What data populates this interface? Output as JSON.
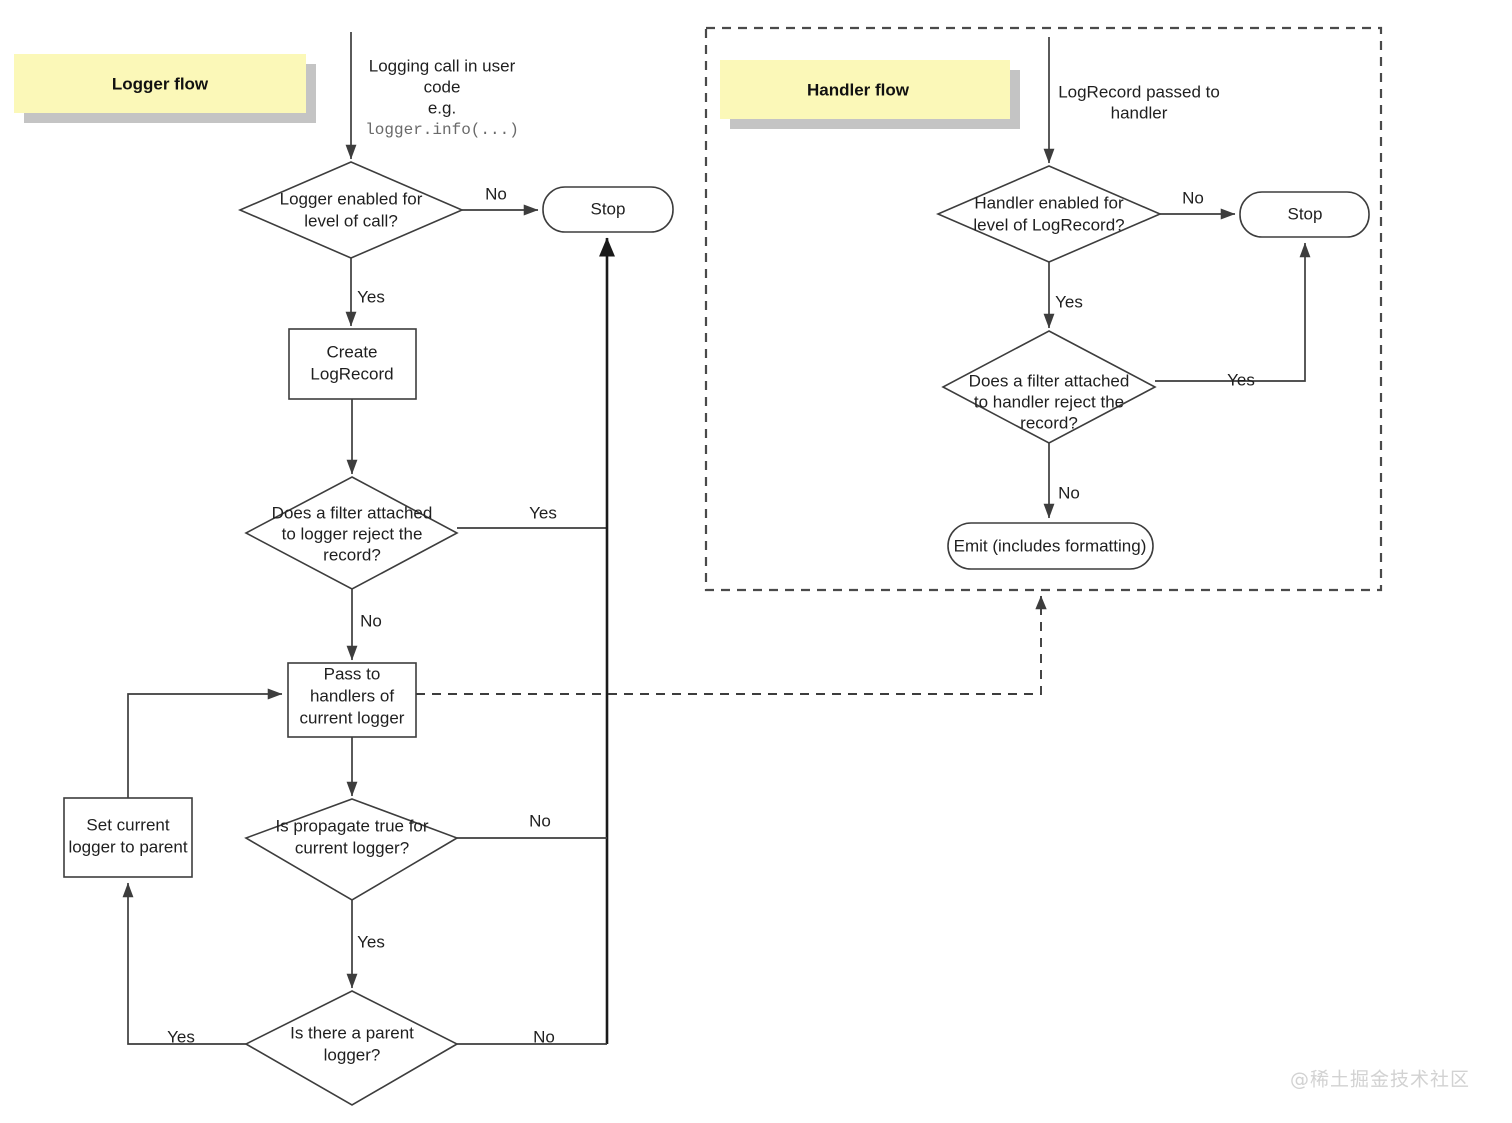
{
  "diagram": {
    "title": "Python logging flow",
    "watermark": "@稀土掘金技术社区",
    "colors": {
      "banner_fill": "#fbf8b8",
      "banner_shadow": "#c4c4c4",
      "shape_stroke": "#3d3d3d",
      "shape_fill": "#ffffff",
      "text": "#1f1f1f",
      "watermark": "#d2d2d2",
      "region_border": "#4a4a4a"
    }
  },
  "logger_flow": {
    "banner_label": "Logger flow",
    "entry_note": {
      "line1": "Logging call in user",
      "line2": "code",
      "line3": "e.g.",
      "line4": "logger.info(...)"
    },
    "nodes": {
      "logger_enabled": {
        "line1": "Logger enabled for",
        "line2": "level of call?"
      },
      "stop": {
        "line1": "Stop"
      },
      "create_logrecord": {
        "line1": "Create",
        "line2": "LogRecord"
      },
      "logger_filter": {
        "line1": "Does a filter attached",
        "line2": "to logger reject the",
        "line3": "record?"
      },
      "pass_to_handlers": {
        "line1": "Pass to",
        "line2": "handlers of",
        "line3": "current logger"
      },
      "is_propagate": {
        "line1": "Is propagate true for",
        "line2": "current logger?"
      },
      "set_parent": {
        "line1": "Set current",
        "line2": "logger to parent"
      },
      "has_parent": {
        "line1": "Is there a parent",
        "line2": "logger?"
      }
    },
    "edges": {
      "logger_enabled_no": "No",
      "logger_enabled_yes": "Yes",
      "logger_filter_yes": "Yes",
      "logger_filter_no": "No",
      "propagate_no": "No",
      "propagate_yes": "Yes",
      "has_parent_yes": "Yes",
      "has_parent_no": "No"
    }
  },
  "handler_flow": {
    "banner_label": "Handler flow",
    "entry_note": {
      "line1": "LogRecord passed to",
      "line2": "handler"
    },
    "nodes": {
      "handler_enabled": {
        "line1": "Handler enabled for",
        "line2": "level of LogRecord?"
      },
      "stop": {
        "line1": "Stop"
      },
      "handler_filter": {
        "line1": "Does a filter attached",
        "line2": "to handler reject the",
        "line3": "record?"
      },
      "emit": {
        "line1": "Emit (includes formatting)"
      }
    },
    "edges": {
      "handler_enabled_no": "No",
      "handler_enabled_yes": "Yes",
      "handler_filter_yes": "Yes",
      "handler_filter_no": "No"
    }
  }
}
